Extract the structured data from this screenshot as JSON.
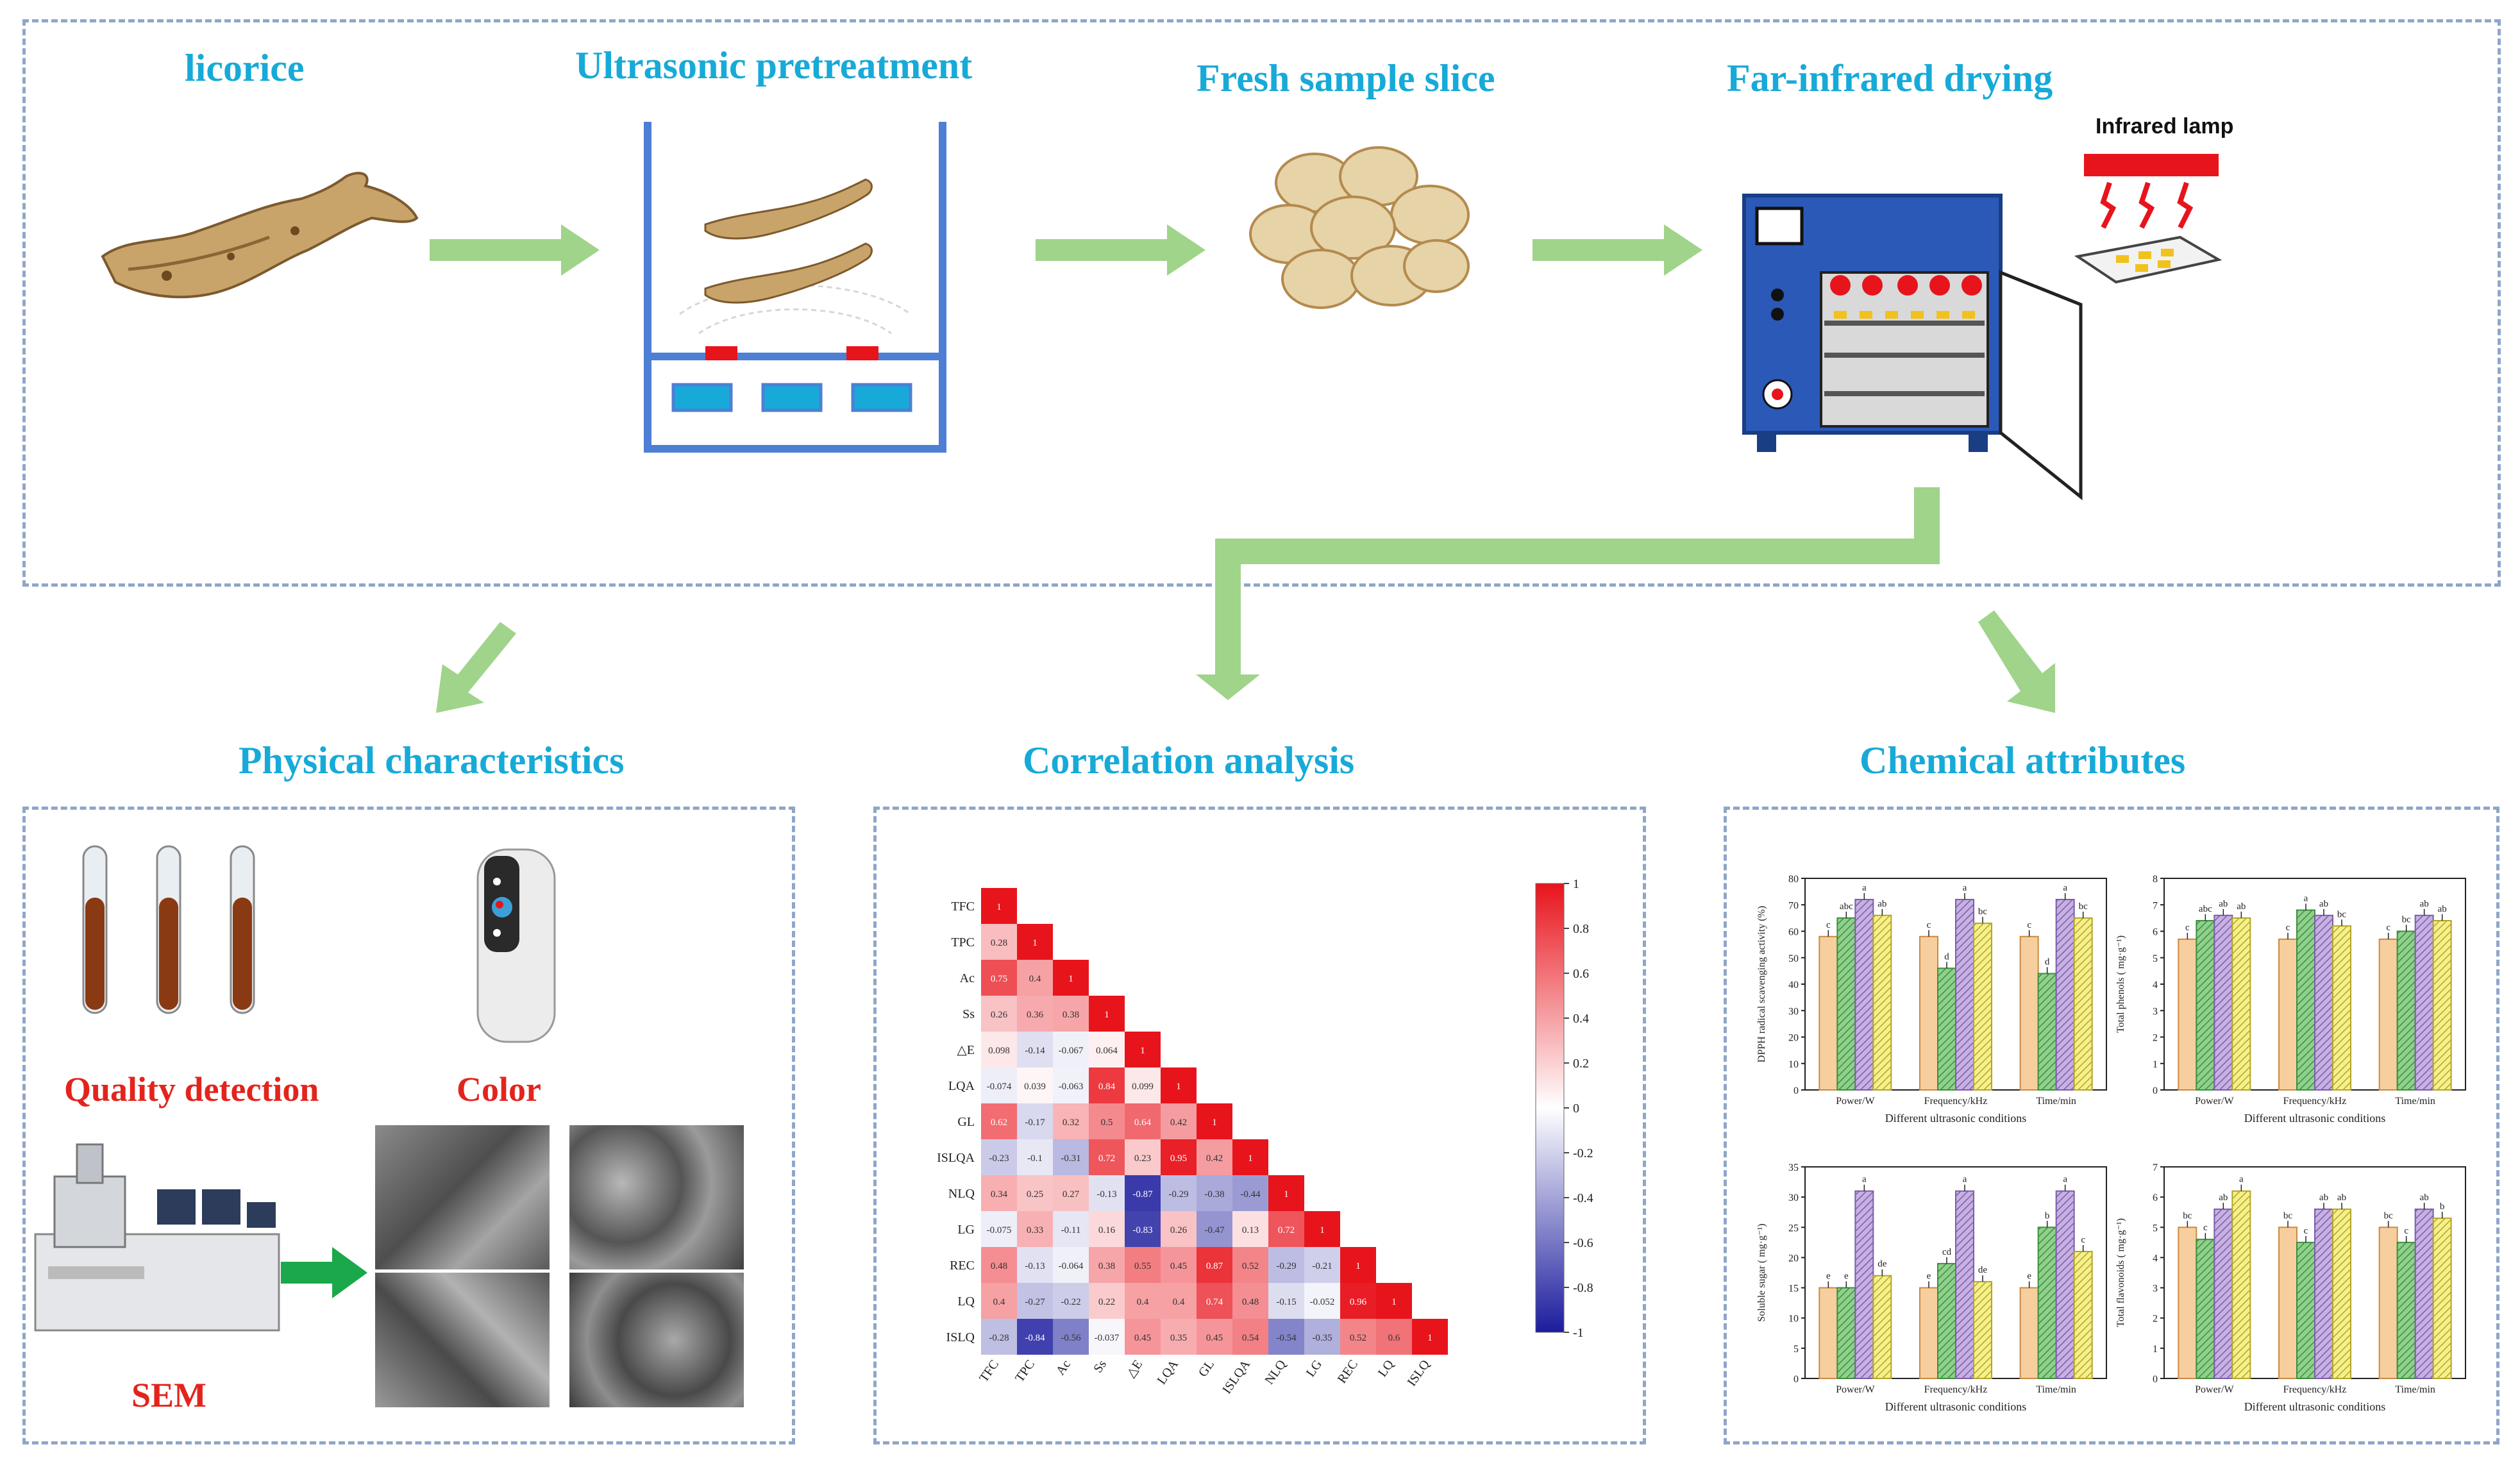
{
  "process": {
    "licorice": "licorice",
    "ultrasonic": "Ultrasonic pretreatment",
    "fresh": "Fresh sample slice",
    "drying": "Far-infrared drying",
    "infrared_lamp": "Infrared lamp"
  },
  "sections": {
    "physical": "Physical characteristics",
    "correlation": "Correlation analysis",
    "chemical": "Chemical attributes"
  },
  "physical": {
    "quality": "Quality detection",
    "color": "Color",
    "sem": "SEM"
  },
  "colors": {
    "accent": "#17aad8",
    "arrow": "#9fd48a",
    "panel_border": "#8fa6c9",
    "label_red": "#e3241d"
  },
  "chart_data": [
    {
      "type": "heatmap",
      "variables": [
        "TFC",
        "TPC",
        "Ac",
        "Ss",
        "△E",
        "LQA",
        "GL",
        "ISLQA",
        "NLQ",
        "LG",
        "REC",
        "LQ",
        "ISLQ"
      ],
      "lower_triangle": [
        [
          "1"
        ],
        [
          "0.28",
          "1"
        ],
        [
          "0.75",
          "0.4",
          "1"
        ],
        [
          "0.26",
          "0.36",
          "0.38",
          "1"
        ],
        [
          "0.098",
          "-0.14",
          "-0.067",
          "0.064",
          "1"
        ],
        [
          "-0.074",
          "0.039",
          "-0.063",
          "0.84",
          "0.099",
          "1"
        ],
        [
          "0.62",
          "-0.17",
          "0.32",
          "0.5",
          "0.64",
          "0.42",
          "1"
        ],
        [
          "-0.23",
          "-0.1",
          "-0.31",
          "0.72",
          "0.23",
          "0.95",
          "0.42",
          "1"
        ],
        [
          "0.34",
          "0.25",
          "0.27",
          "-0.13",
          "-0.87",
          "-0.29",
          "-0.38",
          "-0.44",
          "1"
        ],
        [
          "-0.075",
          "0.33",
          "-0.11",
          "0.16",
          "-0.83",
          "0.26",
          "-0.47",
          "0.13",
          "0.72",
          "1"
        ],
        [
          "0.48",
          "-0.13",
          "-0.064",
          "0.38",
          "0.55",
          "0.45",
          "0.87",
          "0.52",
          "-0.29",
          "-0.21",
          "1"
        ],
        [
          "0.4",
          "-0.27",
          "-0.22",
          "0.22",
          "0.4",
          "0.4",
          "0.74",
          "0.48",
          "-0.15",
          "-0.052",
          "0.96",
          "1"
        ],
        [
          "-0.28",
          "-0.84",
          "-0.56",
          "-0.037",
          "0.45",
          "0.35",
          "0.45",
          "0.54",
          "-0.54",
          "-0.35",
          "0.52",
          "0.6",
          "1"
        ]
      ],
      "colorbar_ticks": [
        "1",
        "0.8",
        "0.6",
        "0.4",
        "0.2",
        "0",
        "-0.2",
        "-0.4",
        "-0.6",
        "-0.8",
        "-1"
      ],
      "colors": {
        "positive": "#e8141c",
        "negative": "#1c1c9e",
        "zero": "#ffffff"
      }
    },
    {
      "type": "bar",
      "ylabel": "DPPH radical scavenging activity (%)",
      "xlabel": "Different ultrasonic conditions",
      "categories": [
        "Power/W",
        "Frequency/kHz",
        "Time/min"
      ],
      "ylim": [
        0,
        80
      ],
      "yticks": [
        "0",
        "10",
        "20",
        "30",
        "40",
        "50",
        "60",
        "70",
        "80"
      ],
      "values": [
        [
          58,
          65,
          72,
          66
        ],
        [
          58,
          46,
          72,
          63
        ],
        [
          58,
          44,
          72,
          65
        ]
      ],
      "letters": [
        [
          "c",
          "abc",
          "a",
          "ab"
        ],
        [
          "c",
          "d",
          "a",
          "bc"
        ],
        [
          "c",
          "d",
          "a",
          "bc"
        ]
      ]
    },
    {
      "type": "bar",
      "ylabel": "Total phenols ( mg·g⁻¹)",
      "xlabel": "Different ultrasonic conditions",
      "categories": [
        "Power/W",
        "Frequency/kHz",
        "Time/min"
      ],
      "ylim": [
        0,
        8
      ],
      "yticks": [
        "0",
        "1",
        "2",
        "3",
        "4",
        "5",
        "6",
        "7",
        "8"
      ],
      "values": [
        [
          5.7,
          6.4,
          6.6,
          6.5
        ],
        [
          5.7,
          6.8,
          6.6,
          6.2
        ],
        [
          5.7,
          6.0,
          6.6,
          6.4
        ]
      ],
      "letters": [
        [
          "c",
          "abc",
          "ab",
          "ab"
        ],
        [
          "c",
          "a",
          "ab",
          "bc"
        ],
        [
          "c",
          "bc",
          "ab",
          "ab"
        ]
      ]
    },
    {
      "type": "bar",
      "ylabel": "Soluble sugar ( mg·g⁻¹)",
      "xlabel": "Different ultrasonic conditions",
      "categories": [
        "Power/W",
        "Frequency/kHz",
        "Time/min"
      ],
      "ylim": [
        0,
        35
      ],
      "yticks": [
        "0",
        "5",
        "10",
        "15",
        "20",
        "25",
        "30",
        "35"
      ],
      "values": [
        [
          15,
          15,
          31,
          17
        ],
        [
          15,
          19,
          31,
          16
        ],
        [
          15,
          25,
          31,
          21
        ]
      ],
      "letters": [
        [
          "e",
          "e",
          "a",
          "de"
        ],
        [
          "e",
          "cd",
          "a",
          "de"
        ],
        [
          "e",
          "b",
          "a",
          "c"
        ]
      ]
    },
    {
      "type": "bar",
      "ylabel": "Total flavonoids ( mg·g⁻¹)",
      "xlabel": "Different ultrasonic conditions",
      "categories": [
        "Power/W",
        "Frequency/kHz",
        "Time/min"
      ],
      "ylim": [
        0,
        7
      ],
      "yticks": [
        "0",
        "1",
        "2",
        "3",
        "4",
        "5",
        "6",
        "7"
      ],
      "values": [
        [
          5.0,
          4.6,
          5.6,
          6.2
        ],
        [
          5.0,
          4.5,
          5.6,
          5.6
        ],
        [
          5.0,
          4.5,
          5.6,
          5.3
        ]
      ],
      "letters": [
        [
          "bc",
          "c",
          "ab",
          "a"
        ],
        [
          "bc",
          "c",
          "ab",
          "ab"
        ],
        [
          "bc",
          "c",
          "ab",
          "b"
        ]
      ]
    }
  ]
}
